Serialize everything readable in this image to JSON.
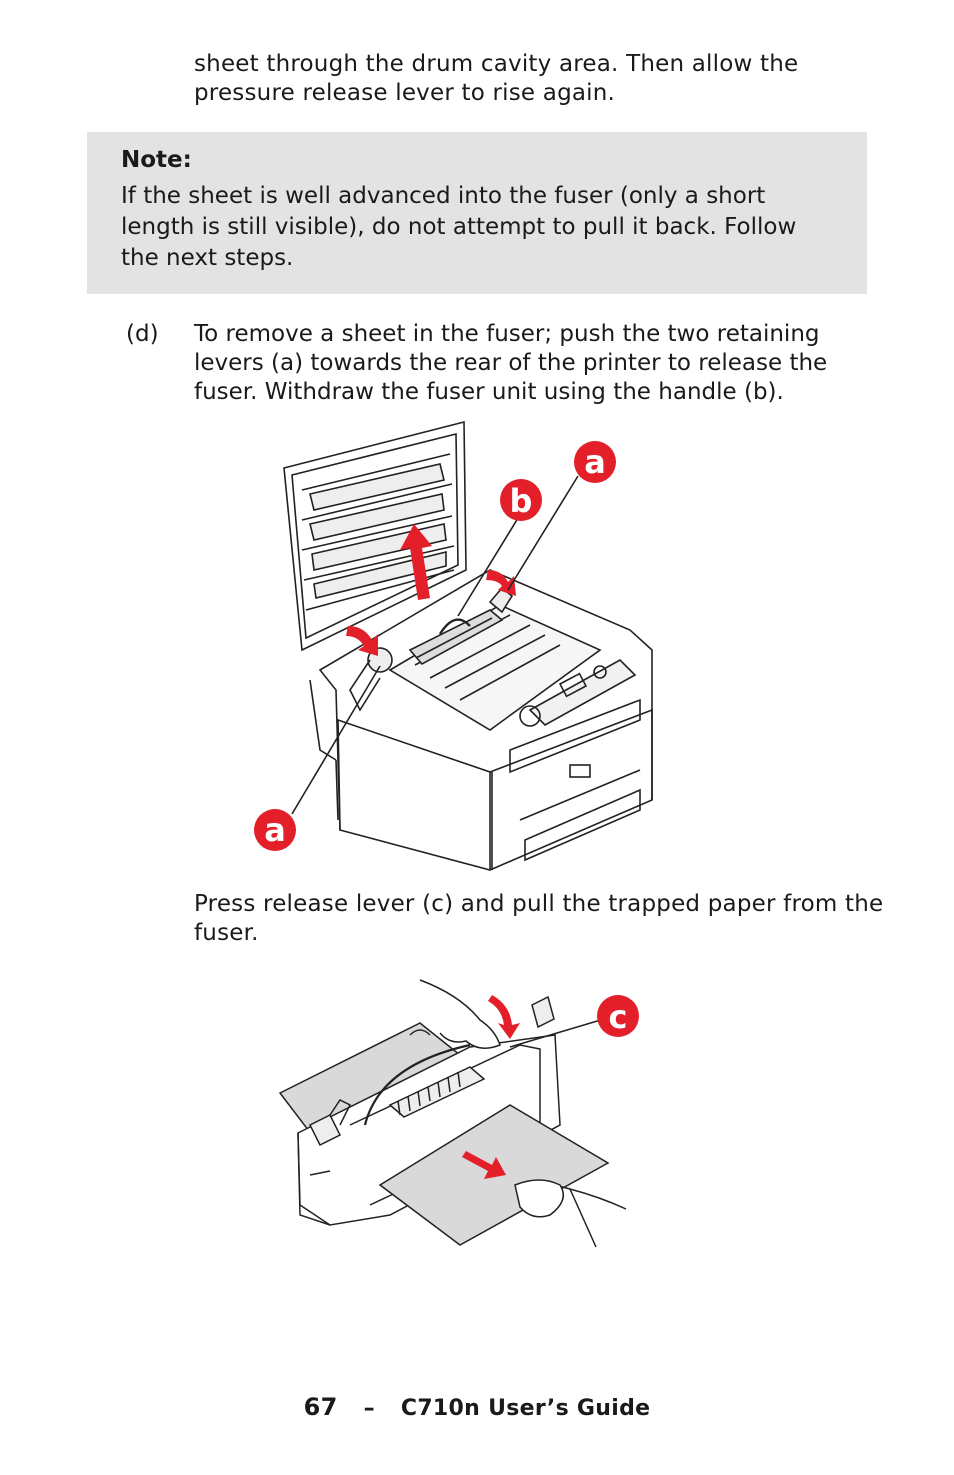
{
  "top_paragraph": {
    "line1": "sheet through the drum cavity area. Then allow the",
    "line2": "pressure release lever to rise again."
  },
  "note": {
    "title": "Note:",
    "text": "If the sheet is well advanced into the fuser (only a short length is still visible), do not attempt to pull it back. Follow the next steps."
  },
  "step": {
    "label": "(d)",
    "text": "To remove a sheet in the fuser; push the two retaining levers (a) towards the rear of the printer to release the fuser. Withdraw the fuser unit using the handle (b)."
  },
  "figure1": {
    "callouts": [
      "a",
      "b",
      "a"
    ],
    "accent_color": "#e3202a"
  },
  "middle_paragraph": {
    "line1": "Press release lever (c) and pull the trapped paper from the",
    "line2": "fuser."
  },
  "figure2": {
    "callouts": [
      "c"
    ]
  },
  "footer": {
    "page_number": "67",
    "separator": "–",
    "title": "C710n User’s Guide"
  }
}
